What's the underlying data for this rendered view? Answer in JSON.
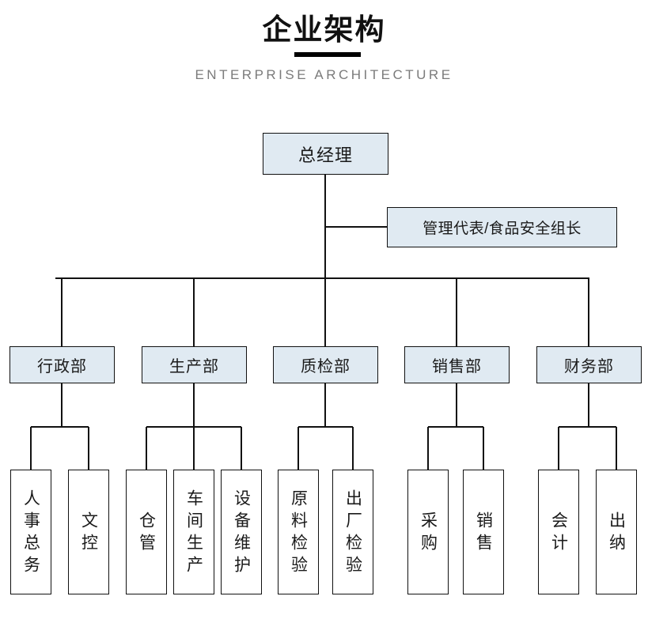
{
  "header": {
    "title": "企业架构",
    "subtitle": "ENTERPRISE ARCHITECTURE"
  },
  "colors": {
    "box_fill": "#e0eaf2",
    "box_fill_plain": "#ffffff",
    "border": "#111111",
    "line": "#111111",
    "title_text": "#111111",
    "subtitle_text": "#7b7b7b"
  },
  "org": {
    "root": {
      "label": "总经理"
    },
    "staff": {
      "label": "管理代表/食品安全组长"
    },
    "departments": [
      {
        "label": "行政部",
        "children": [
          {
            "label": "人事总务"
          },
          {
            "label": "文控"
          }
        ]
      },
      {
        "label": "生产部",
        "children": [
          {
            "label": "仓管"
          },
          {
            "label": "车间生产"
          },
          {
            "label": "设备维护"
          }
        ]
      },
      {
        "label": "质检部",
        "children": [
          {
            "label": "原料检验"
          },
          {
            "label": "出厂检验"
          }
        ]
      },
      {
        "label": "销售部",
        "children": [
          {
            "label": "采购"
          },
          {
            "label": "销售"
          }
        ]
      },
      {
        "label": "财务部",
        "children": [
          {
            "label": "会计"
          },
          {
            "label": "出纳"
          }
        ]
      }
    ]
  }
}
